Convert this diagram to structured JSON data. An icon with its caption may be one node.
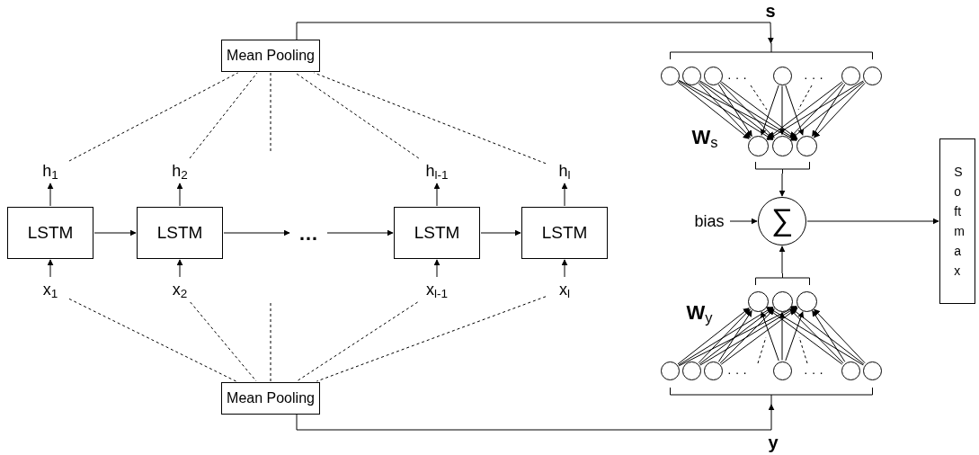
{
  "diagram": {
    "nodes": [
      {
        "text": [
          "Mean Pooling"
        ]
      },
      {
        "text": [
          "h$_{1}$"
        ]
      },
      {
        "text": [
          "h$_{2}$"
        ]
      },
      {
        "text": [
          "h$_{l-1}$"
        ]
      },
      {
        "text": [
          "h$_{l}$"
        ]
      },
      {
        "text": [
          "LSTM"
        ]
      },
      {
        "text": [
          "LSTM"
        ]
      },
      {
        "text": [
          "…"
        ]
      },
      {
        "text": [
          "LSTM"
        ]
      },
      {
        "text": [
          "LSTM"
        ]
      },
      {
        "text": [
          "x$_{1}$"
        ]
      },
      {
        "text": [
          "x$_{2}$"
        ]
      },
      {
        "text": [
          "x$_{l-1}$"
        ]
      },
      {
        "text": [
          "x$_{l}$"
        ]
      },
      {
        "text": [
          "Mean Pooling"
        ]
      },
      {
        "text": [],
        "shape": "circle"
      },
      {
        "text": [],
        "shape": "circle"
      },
      {
        "text": [],
        "shape": "circle"
      },
      {
        "text": [],
        "shape": "circle"
      },
      {
        "text": [],
        "shape": "circle"
      },
      {
        "text": [],
        "shape": "circle"
      },
      {
        "text": [],
        "shape": "circle"
      },
      {
        "text": [],
        "shape": "circle"
      },
      {
        "text": [],
        "shape": "circle"
      },
      {
        "text": [
          "bias"
        ]
      },
      {
        "text": [
          "∑"
        ]
      },
      {
        "text": [
          "Softmax"
        ]
      },
      {
        "text": [],
        "shape": "circle"
      },
      {
        "text": [],
        "shape": "circle"
      },
      {
        "text": [],
        "shape": "circle"
      },
      {
        "text": [],
        "shape": "circle"
      },
      {
        "text": [],
        "shape": "circle"
      },
      {
        "text": [],
        "shape": "circle"
      },
      {
        "text": [],
        "shape": "circle"
      },
      {
        "text": [],
        "shape": "circle"
      },
      {
        "text": [],
        "shape": "circle"
      },
      {
        "text": [],
        "shape": "bracket"
      },
      {
        "text": [],
        "shape": "bracket"
      },
      {
        "text": [],
        "shape": "bracket"
      },
      {
        "text": [],
        "shape": "bracket"
      }
    ],
    "edges": [
      {
        "from": 1,
        "to": 0,
        "arrow": "none",
        "style": "dashed"
      },
      {
        "from": 2,
        "to": 0,
        "arrow": "none",
        "style": "dashed"
      },
      {
        "from": 3,
        "to": 0,
        "arrow": "none",
        "style": "dashed"
      },
      {
        "from": 4,
        "to": 0,
        "arrow": "none",
        "style": "dashed"
      },
      {
        "from": 0,
        "to": null,
        "arrow": "none",
        "style": "dashed"
      },
      {
        "from": 5,
        "to": 1,
        "arrow": "to"
      },
      {
        "from": 6,
        "to": 2,
        "arrow": "to"
      },
      {
        "from": 8,
        "to": 3,
        "arrow": "to"
      },
      {
        "from": 9,
        "to": 4,
        "arrow": "to"
      },
      {
        "from": 5,
        "to": 6,
        "arrow": "to"
      },
      {
        "from": 6,
        "to": 7,
        "arrow": "to"
      },
      {
        "from": 7,
        "to": 8,
        "arrow": "to"
      },
      {
        "from": 8,
        "to": 9,
        "arrow": "to"
      },
      {
        "from": 10,
        "to": 5,
        "arrow": "to"
      },
      {
        "from": 11,
        "to": 6,
        "arrow": "to"
      },
      {
        "from": 12,
        "to": 8,
        "arrow": "to"
      },
      {
        "from": 13,
        "to": 9,
        "arrow": "to"
      },
      {
        "from": 10,
        "to": 14,
        "arrow": "none",
        "style": "dashed"
      },
      {
        "from": 11,
        "to": 14,
        "arrow": "none",
        "style": "dashed"
      },
      {
        "from": 12,
        "to": 14,
        "arrow": "none",
        "style": "dashed"
      },
      {
        "from": 13,
        "to": 14,
        "arrow": "none",
        "style": "dashed"
      },
      {
        "from": 14,
        "to": null,
        "arrow": "none",
        "style": "dashed"
      },
      {
        "from": 0,
        "to": 36,
        "arrow": "to"
      },
      {
        "from": 14,
        "to": 39,
        "arrow": "to"
      },
      {
        "from": 15,
        "to": 21,
        "arrow": "to"
      },
      {
        "from": 15,
        "to": 22,
        "arrow": "to"
      },
      {
        "from": 15,
        "to": 23,
        "arrow": "to"
      },
      {
        "from": 16,
        "to": 21,
        "arrow": "to"
      },
      {
        "from": 16,
        "to": 22,
        "arrow": "to"
      },
      {
        "from": 16,
        "to": 23,
        "arrow": "to"
      },
      {
        "from": 17,
        "to": 21,
        "arrow": "to"
      },
      {
        "from": 17,
        "to": 22,
        "arrow": "to"
      },
      {
        "from": 17,
        "to": 23,
        "arrow": "to"
      },
      {
        "from": 18,
        "to": 21,
        "arrow": "to"
      },
      {
        "from": 18,
        "to": 22,
        "arrow": "to"
      },
      {
        "from": 18,
        "to": 23,
        "arrow": "to"
      },
      {
        "from": 19,
        "to": 21,
        "arrow": "to"
      },
      {
        "from": 19,
        "to": 22,
        "arrow": "to"
      },
      {
        "from": 19,
        "to": 23,
        "arrow": "to"
      },
      {
        "from": 20,
        "to": 21,
        "arrow": "to"
      },
      {
        "from": 20,
        "to": 22,
        "arrow": "to"
      },
      {
        "from": 20,
        "to": 23,
        "arrow": "to"
      },
      {
        "from": 37,
        "to": 25,
        "arrow": "to"
      },
      {
        "from": 24,
        "to": 25,
        "arrow": "to"
      },
      {
        "from": 25,
        "to": 26,
        "arrow": "to"
      },
      {
        "from": 38,
        "to": 25,
        "arrow": "to"
      },
      {
        "from": 30,
        "to": 27,
        "arrow": "to"
      },
      {
        "from": 30,
        "to": 28,
        "arrow": "to"
      },
      {
        "from": 30,
        "to": 29,
        "arrow": "to"
      },
      {
        "from": 31,
        "to": 27,
        "arrow": "to"
      },
      {
        "from": 31,
        "to": 28,
        "arrow": "to"
      },
      {
        "from": 31,
        "to": 29,
        "arrow": "to"
      },
      {
        "from": 32,
        "to": 27,
        "arrow": "to"
      },
      {
        "from": 32,
        "to": 28,
        "arrow": "to"
      },
      {
        "from": 32,
        "to": 29,
        "arrow": "to"
      },
      {
        "from": 33,
        "to": 27,
        "arrow": "to"
      },
      {
        "from": 33,
        "to": 28,
        "arrow": "to"
      },
      {
        "from": 33,
        "to": 29,
        "arrow": "to"
      },
      {
        "from": 34,
        "to": 27,
        "arrow": "to"
      },
      {
        "from": 34,
        "to": 28,
        "arrow": "to"
      },
      {
        "from": 34,
        "to": 29,
        "arrow": "to"
      },
      {
        "from": 35,
        "to": 27,
        "arrow": "to"
      },
      {
        "from": 35,
        "to": 28,
        "arrow": "to"
      },
      {
        "from": 35,
        "to": 29,
        "arrow": "to"
      }
    ],
    "labels": [
      "s",
      "y",
      "**W**$_{s}$",
      "**W**$_{y}$",
      "· · ·",
      "· · ·",
      "· · ·",
      "· · ·"
    ]
  }
}
